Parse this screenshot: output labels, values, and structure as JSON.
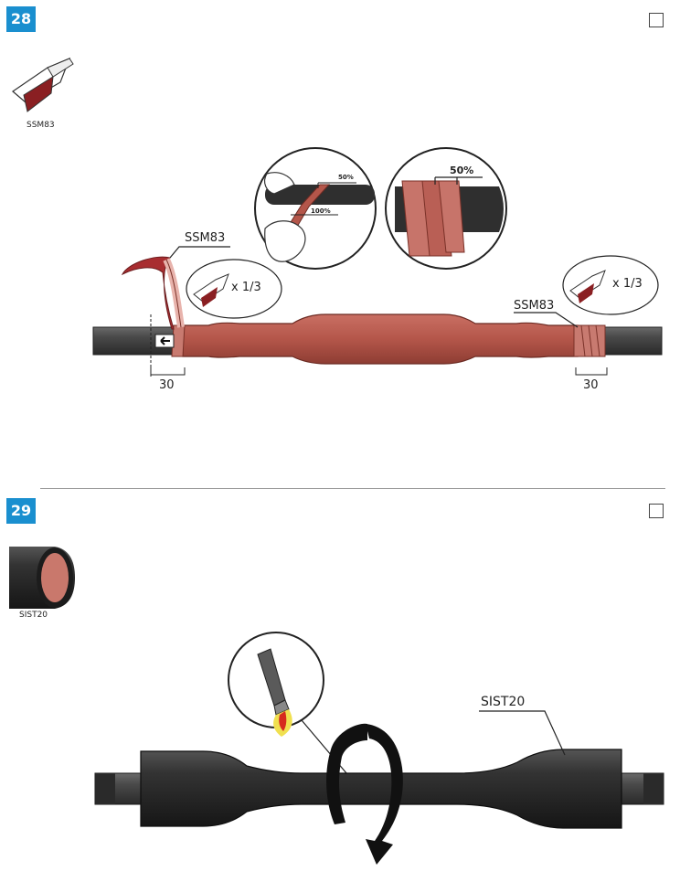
{
  "step28": {
    "number": "28",
    "material_icon_label": "SSM83",
    "callout_left": "SSM83",
    "callout_right": "SSM83",
    "detail_overlap": "50%",
    "detail_full": "100%",
    "detail_big_overlap": "50%",
    "multiplier_left": "x 1/3",
    "multiplier_right": "x 1/3",
    "dim_left": "30",
    "dim_right": "30"
  },
  "step29": {
    "number": "29",
    "material_icon_label": "SIST20",
    "callout": "SIST20"
  },
  "colors": {
    "badge": "#1a8fcf",
    "tape": "#b4564a",
    "tape_dark": "#8a1f22",
    "cable": "#3a3a3a",
    "tube": "#2b2b2b"
  }
}
